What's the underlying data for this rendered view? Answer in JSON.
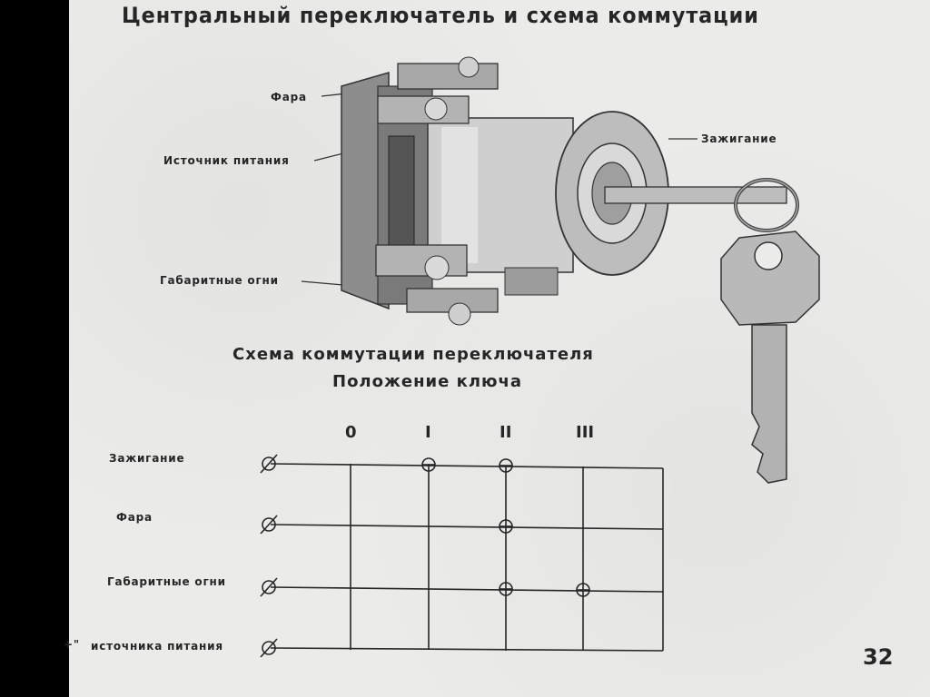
{
  "title": "Центральный переключатель и схема коммутации",
  "illustration_labels": {
    "headlight": "Фара",
    "power_source": "Источник питания",
    "ignition": "Зажигание",
    "side_lights": "Габаритные огни"
  },
  "schema": {
    "title": "Схема коммутации переключателя",
    "subtitle": "Положение ключа",
    "positions": [
      "0",
      "I",
      "II",
      "III"
    ],
    "rows": [
      {
        "label": "Зажигание",
        "connected": [
          "I",
          "II"
        ]
      },
      {
        "label": "Фара",
        "connected": [
          "II"
        ]
      },
      {
        "label": "Габаритные огни",
        "connected": [
          "II",
          "III"
        ]
      },
      {
        "label": "источника питания",
        "prefix": "+\"",
        "connected": []
      }
    ]
  },
  "page_number": "32",
  "colors": {
    "paper": "#ebebe9",
    "ink": "#262626",
    "metal": "#9a9a9a",
    "background": "#000000"
  }
}
